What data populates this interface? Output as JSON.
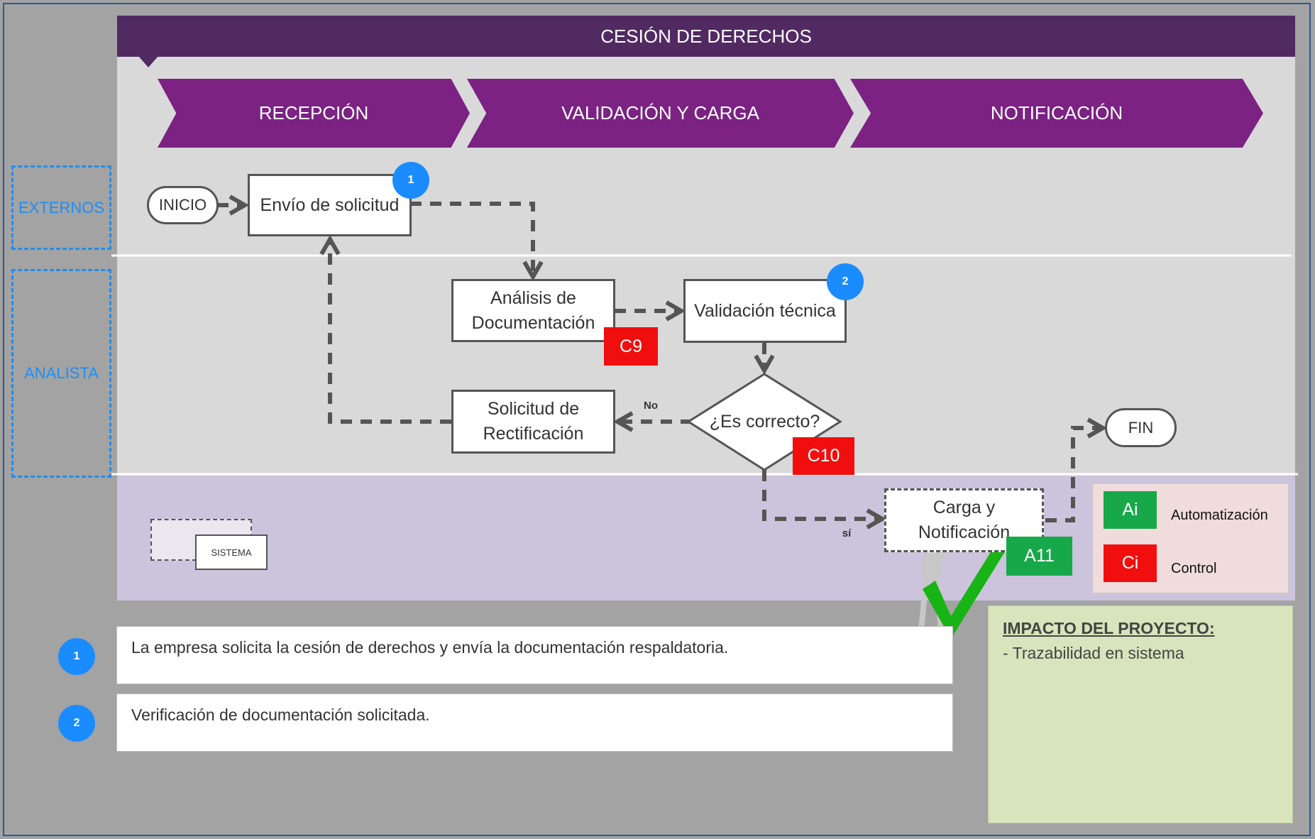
{
  "title": "CESIÓN DE DERECHOS",
  "phases": [
    "RECEPCIÓN",
    "VALIDACIÓN Y CARGA",
    "NOTIFICACIÓN"
  ],
  "lanes": {
    "externos": "EXTERNOS",
    "analista": "ANALISTA",
    "sistema": "SISTEMA"
  },
  "nodes": {
    "inicio": "INICIO",
    "envio": "Envío de solicitud",
    "analisis": "Análisis de Documentación",
    "validacion": "Validación técnica",
    "decision": "¿Es correcto?",
    "rectificacion": "Solicitud de Rectificación",
    "carga": "Carga y Notificación",
    "fin": "FIN"
  },
  "tags": {
    "c9": "C9",
    "c10": "C10",
    "a11": "A11"
  },
  "badges": {
    "b1": "1",
    "b2": "2"
  },
  "edge_labels": {
    "no": "No",
    "si": "sí"
  },
  "legend": {
    "auto_code": "Ai",
    "auto_label": "Automatización",
    "ctrl_code": "Ci",
    "ctrl_label": "Control"
  },
  "notes": [
    {
      "num": "1",
      "text": "La empresa solicita la cesión de derechos y envía la documentación respaldatoria."
    },
    {
      "num": "2",
      "text": "Verificación de documentación solicitada."
    }
  ],
  "impact": {
    "title": "IMPACTO DEL PROYECTO:",
    "items": [
      "- Trazabilidad en sistema"
    ]
  },
  "colors": {
    "title": "#512a62",
    "phase": "#7b2283",
    "lane": "#1f8ef1",
    "badge": "#1a8cff",
    "control": "#f10e0e",
    "automation": "#17a84a",
    "impact": "#d8e4bc",
    "legend": "#f0dcdc"
  }
}
